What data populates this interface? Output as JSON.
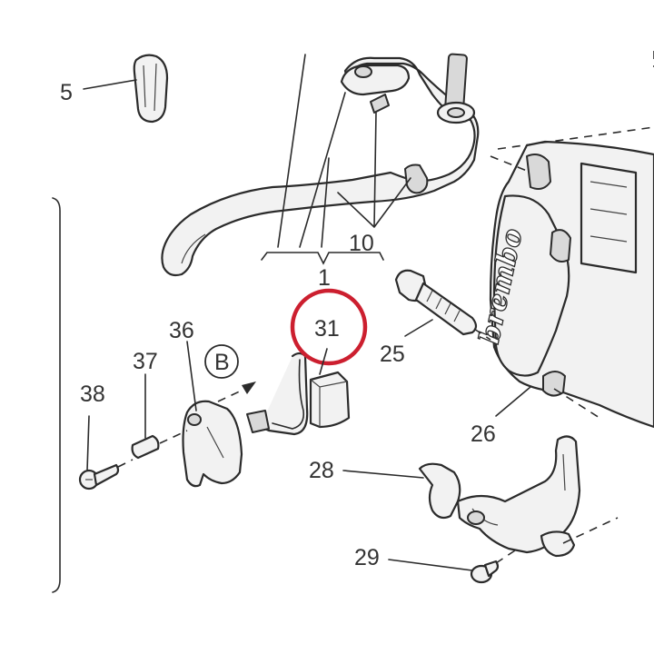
{
  "diagram": {
    "highlight_color": "#cc1f2f",
    "line_color": "#2b2b2b",
    "callouts": {
      "c5": "5",
      "c10": "10",
      "c1": "1",
      "c31": "31",
      "c25": "25",
      "c26": "26",
      "c36": "36",
      "c37": "37",
      "c38": "38",
      "cB": "B",
      "c28": "28",
      "c29": "29"
    },
    "brand_text": "brembo",
    "highlighted_part": "31"
  }
}
